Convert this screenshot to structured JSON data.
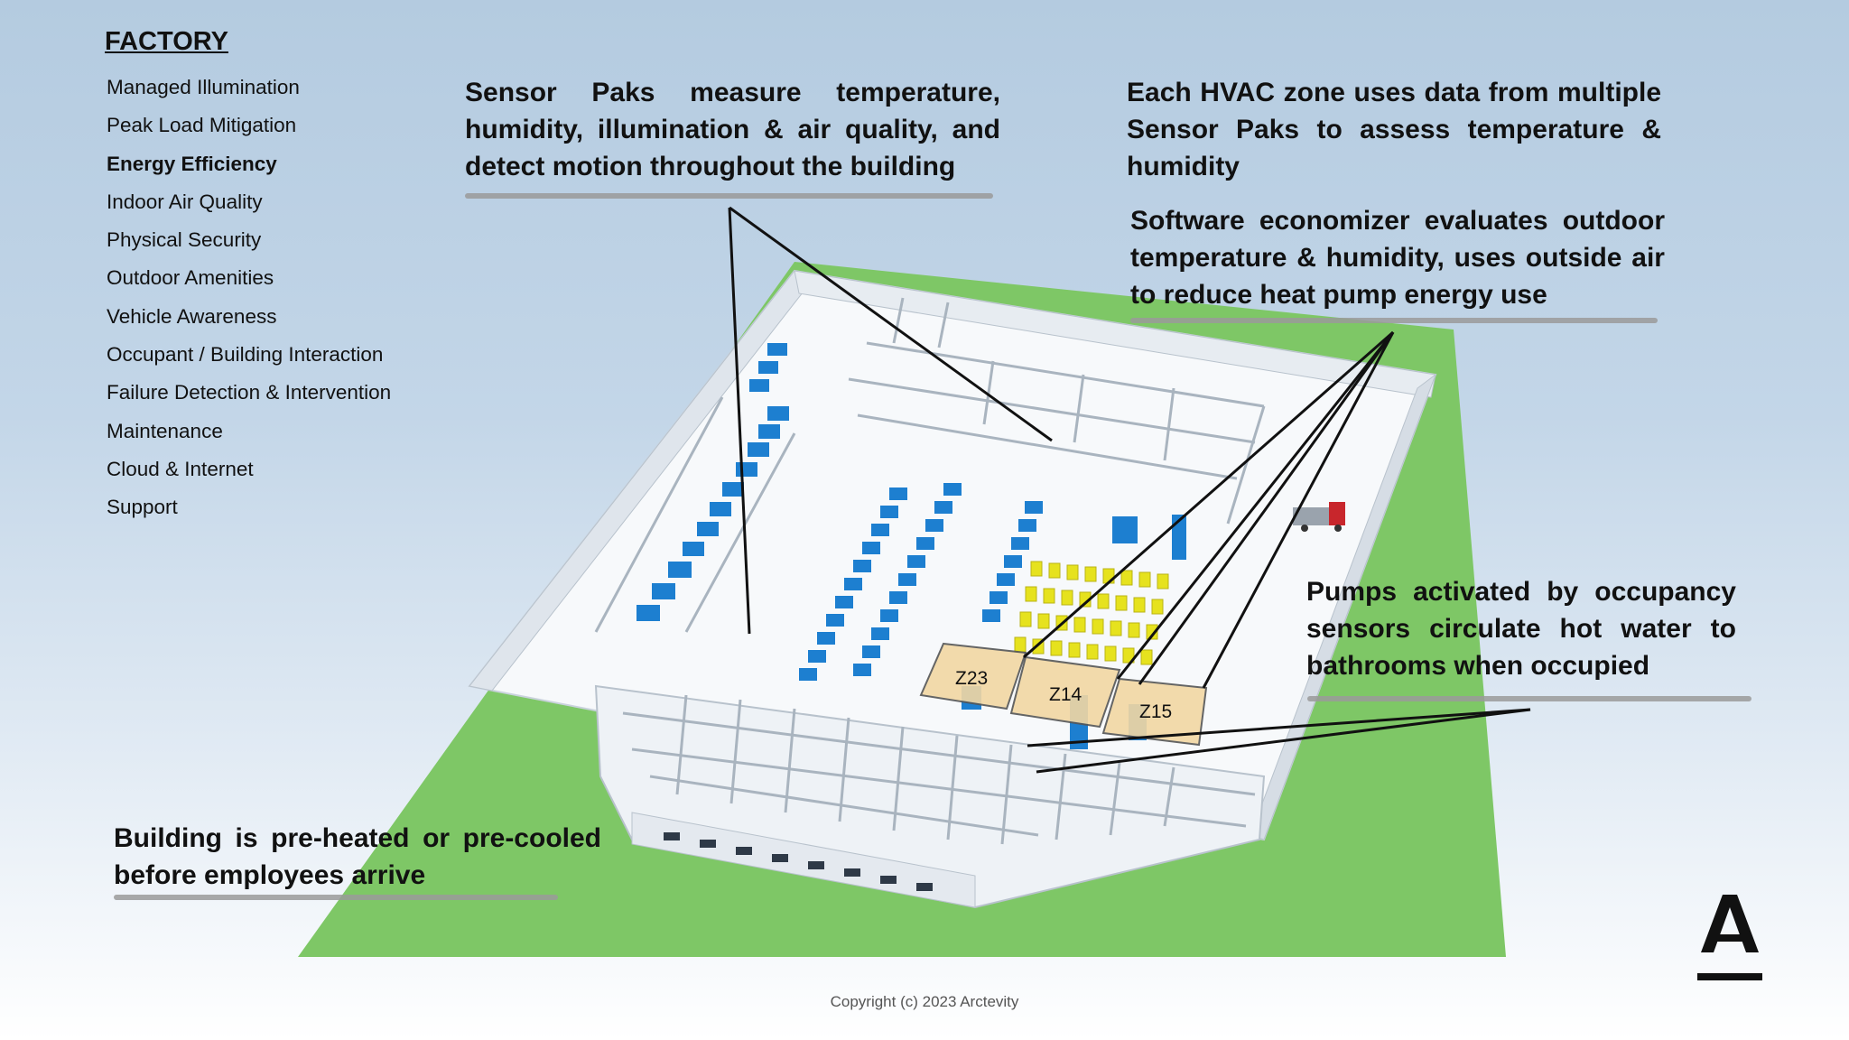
{
  "sidebar": {
    "title": "FACTORY",
    "items": [
      {
        "label": "Managed Illumination",
        "bold": false
      },
      {
        "label": "Peak Load Mitigation",
        "bold": false
      },
      {
        "label": "Energy Efficiency",
        "bold": true
      },
      {
        "label": "Indoor Air Quality",
        "bold": false
      },
      {
        "label": "Physical Security",
        "bold": false
      },
      {
        "label": "Outdoor Amenities",
        "bold": false
      },
      {
        "label": "Vehicle Awareness",
        "bold": false
      },
      {
        "label": "Occupant / Building Interaction",
        "bold": false
      },
      {
        "label": "Failure Detection & Intervention",
        "bold": false
      },
      {
        "label": "Maintenance",
        "bold": false
      },
      {
        "label": "Cloud & Internet",
        "bold": false
      },
      {
        "label": "Support",
        "bold": false
      }
    ]
  },
  "callouts": {
    "sensor_paks": "Sensor Paks measure temperature, humidity, illumination & air quality, and detect motion throughout the building",
    "hvac_zone": "Each HVAC zone uses data from multiple Sensor Paks to assess temperature & humidity",
    "economizer": "Software economizer evaluates outdoor temperature & humidity, uses outside air to reduce heat pump energy use",
    "pumps": "Pumps activated by occupancy sensors circulate hot water to bathrooms when occupied",
    "preheat": "Building is pre-heated or pre-cooled before employees arrive"
  },
  "zones": [
    "Z23",
    "Z14",
    "Z15"
  ],
  "logo_letter": "A",
  "copyright": "Copyright (c) 2023 Arctevity",
  "colors": {
    "lawn": "#7ec766",
    "floor": "#f7f9fb",
    "wall": "#dde3ea",
    "equipment_blue": "#1d7fd0",
    "equipment_yellow": "#e6e21e",
    "zone_fill": "#f2d7a3",
    "truck_red": "#c8262c",
    "underline": "#9a9a9a"
  }
}
